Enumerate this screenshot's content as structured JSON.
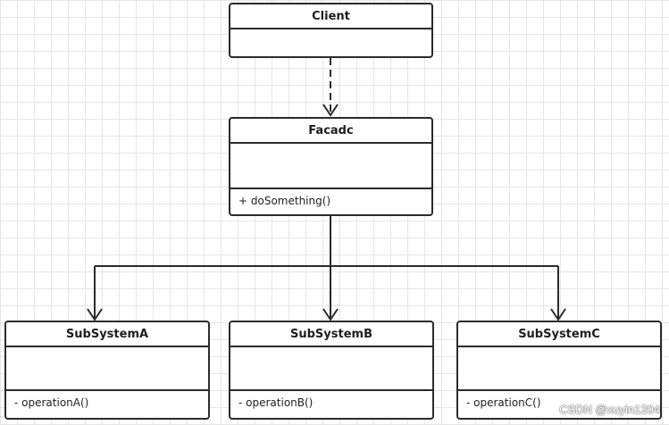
{
  "classes": {
    "client": {
      "name": "Client"
    },
    "facade": {
      "name": "Facadc",
      "method": "+ doSomething()"
    },
    "subsystem_a": {
      "name": "SubSystemA",
      "method": "- operationA()"
    },
    "subsystem_b": {
      "name": "SubSystemB",
      "method": "- operationB()"
    },
    "subsystem_c": {
      "name": "SubSystemC",
      "method": "- operationC()"
    }
  },
  "relations": [
    {
      "from": "client",
      "to": "facade",
      "style": "dashed-dependency"
    },
    {
      "from": "facade",
      "to": "subsystem_a",
      "style": "solid-association"
    },
    {
      "from": "facade",
      "to": "subsystem_b",
      "style": "solid-association"
    },
    {
      "from": "facade",
      "to": "subsystem_c",
      "style": "solid-association"
    }
  ],
  "colors": {
    "line": "#2b2b2b",
    "grid": "#e6e6e6"
  },
  "watermark": "CSDN @xuyin1204"
}
